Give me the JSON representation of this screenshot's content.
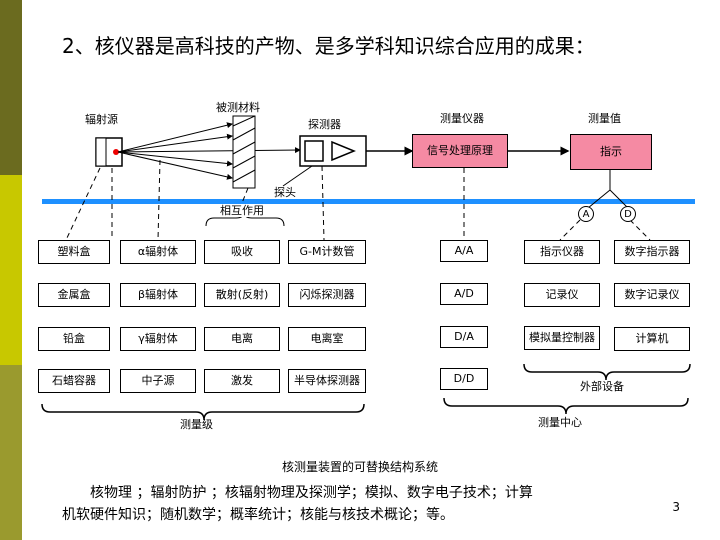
{
  "colors": {
    "band_top": "#6b6b1f",
    "band_mid": "#c8c800",
    "band_bottom": "#9a9a2e",
    "accent": "#1e90ff",
    "pink": "#f58aa3"
  },
  "heading": "2、核仪器是高科技的产物、是多学科知识综合应用的成果：",
  "labels": {
    "source": "辐射源",
    "sample": "被测材料",
    "detector": "探测器",
    "probe": "探头",
    "instrument": "测量仪器",
    "value": "测量值",
    "interaction": "相互作用"
  },
  "boxes": {
    "signal": "信号处理原理",
    "display": "指示"
  },
  "circles": {
    "a": "A",
    "d": "D"
  },
  "columns": {
    "shielding": [
      "塑料盒",
      "金属盒",
      "铅盒",
      "石蜡容器"
    ],
    "radiation": [
      "α辐射体",
      "β辐射体",
      "γ辐射体",
      "中子源"
    ],
    "interaction": [
      "吸收",
      "散射(反射)",
      "电离",
      "激发"
    ],
    "detectors": [
      "G-M计数管",
      "闪烁探测器",
      "电离室",
      "半导体探测器"
    ],
    "conversion": [
      "A/A",
      "A/D",
      "D/A",
      "D/D"
    ],
    "devices_left": [
      "指示仪器",
      "记录仪",
      "模拟量控制器"
    ],
    "devices_right": [
      "数字指示器",
      "数字记录仪",
      "计算机"
    ]
  },
  "group_labels": {
    "level": "测量级",
    "external": "外部设备",
    "center": "测量中心"
  },
  "caption": "核测量装置的可替换结构系统",
  "paragraph": {
    "line1": "核物理 ；辐射防护 ；核辐射物理及探测学；模拟、数字电子技术；计算",
    "line2": "机软硬件知识；随机数学；概率统计；核能与核技术概论；等。"
  },
  "page_number": "3"
}
